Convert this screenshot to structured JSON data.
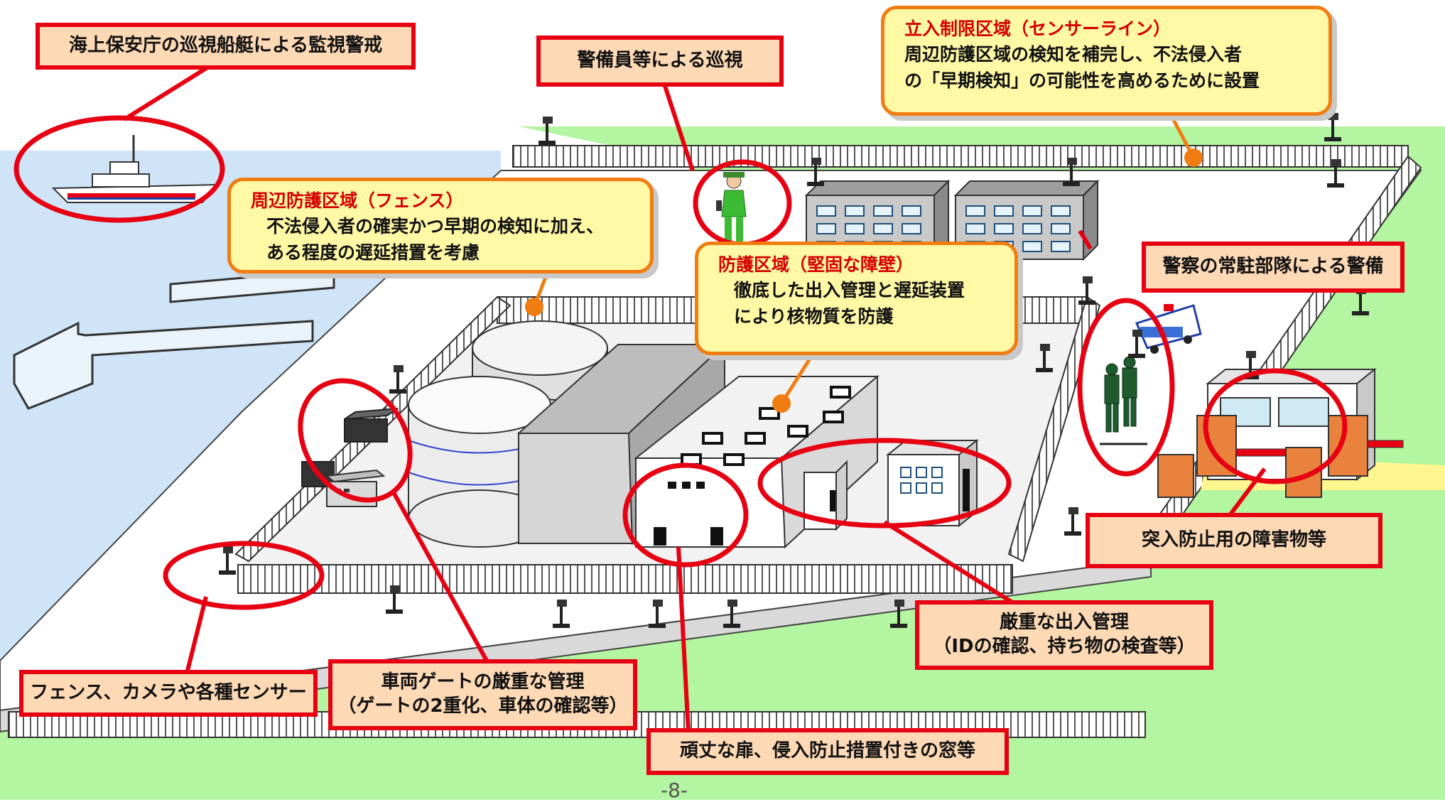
{
  "labels": {
    "coast_guard": "海上保安庁の巡視船艇による監視警戒",
    "guard_patrol": "警備員等による巡視",
    "sensor_zone_title": "立入制限区域（センサーライン）",
    "sensor_zone_line1": "周辺防護区域の検知を補完し、不法侵入者",
    "sensor_zone_line2": "の「早期検知」の可能性を高めるために設置",
    "perimeter_title": "周辺防護区域（フェンス）",
    "perimeter_line1": "不法侵入者の確実かつ早期の検知に加え、",
    "perimeter_line2": "ある程度の遅延措置を考慮",
    "protected_title": "防護区域（堅固な障壁）",
    "protected_line1": "徹底した出入管理と遅延装置",
    "protected_line2": "により核物質を防護",
    "police_unit": "警察の常駐部隊による警備",
    "barriers": "突入防止用の障害物等",
    "access_control_line1": "厳重な出入管理",
    "access_control_line2": "（IDの確認、持ち物の検査等）",
    "fence_camera": "フェンス、カメラや各種センサー",
    "vehicle_gate_line1": "車両ゲートの厳重な管理",
    "vehicle_gate_line2": "（ゲートの2重化、車体の確認等）",
    "sturdy_doors": "頑丈な扉、侵入防止措置付きの窓等"
  },
  "page_number": "-8-",
  "colors": {
    "callout_red": "#e60012",
    "callout_fill": "#fdd9b5",
    "zone_fill": "#fff9a6",
    "zone_border": "#f07d12",
    "zone_title": "#d40000",
    "sea": "#cfe5f7",
    "grass": "#b3f5a0"
  },
  "icons": [
    "patrol-ship",
    "security-guard",
    "police-van",
    "armed-police",
    "security-camera",
    "storage-tank",
    "gate-barrier"
  ]
}
